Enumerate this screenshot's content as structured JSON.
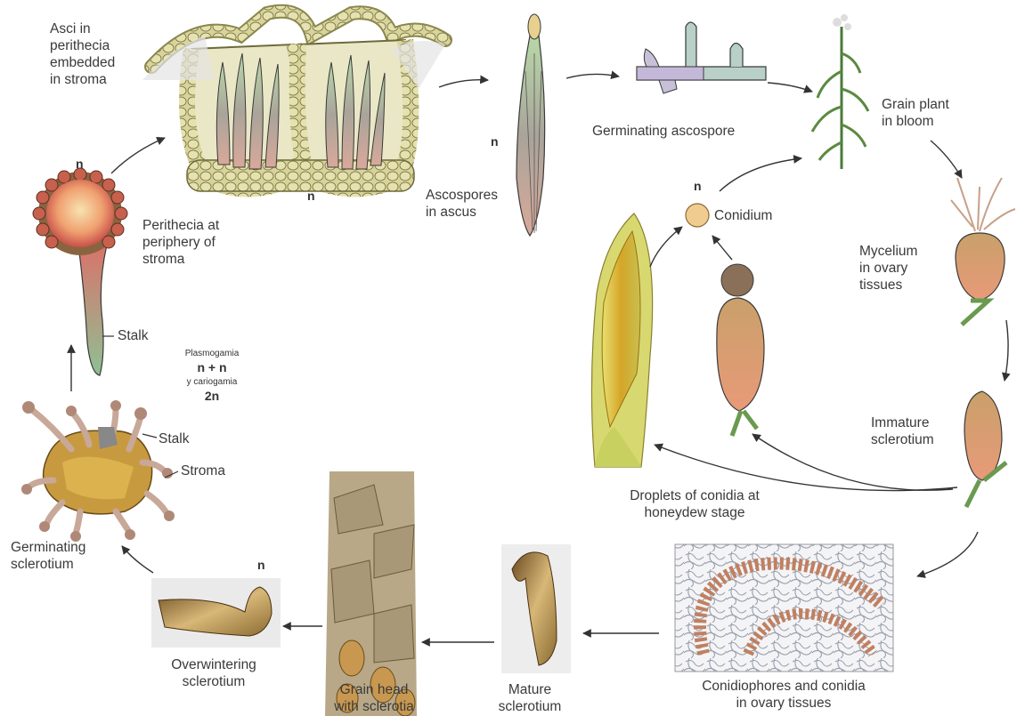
{
  "labels": {
    "asci_in_perithecia": "Asci in\nperithecia\nembedded\nin stroma",
    "perithecia_periphery": "Perithecia at\nperiphery of\nstroma",
    "stalk_top": "Stalk",
    "stalk_bottom": "Stalk",
    "stroma": "Stroma",
    "ascospores_in_ascus": "Ascospores\nin ascus",
    "germinating_ascospore": "Germinating ascospore",
    "grain_plant_in_bloom": "Grain plant\nin bloom",
    "conidium": "Conidium",
    "mycelium_in_ovary": "Mycelium\nin ovary\ntissues",
    "immature_sclerotium": "Immature\nsclerotium",
    "droplets_of_conidia": "Droplets of conidia at\nhoneydew stage",
    "conidiophores_and_conidia": "Conidiophores and conidia\nin ovary tissues",
    "mature_sclerotium": "Mature\nsclerotium",
    "grain_head_with_sclerotia": "Grain head\nwith sclerotia",
    "overwintering_sclerotium": "Overwintering\nsclerotium",
    "germinating_sclerotium": "Germinating\nsclerotium"
  },
  "ploidy": {
    "n_stroma": "n",
    "n_perithecium": "n",
    "n_ascus": "n",
    "n_conidium": "n",
    "n_overwintering": "n"
  },
  "fusion": {
    "plasmogamia": "Plasmogamia",
    "n_plus_n": "n + n",
    "cariogamia": "y cariogamia",
    "two_n": "2n"
  }
}
